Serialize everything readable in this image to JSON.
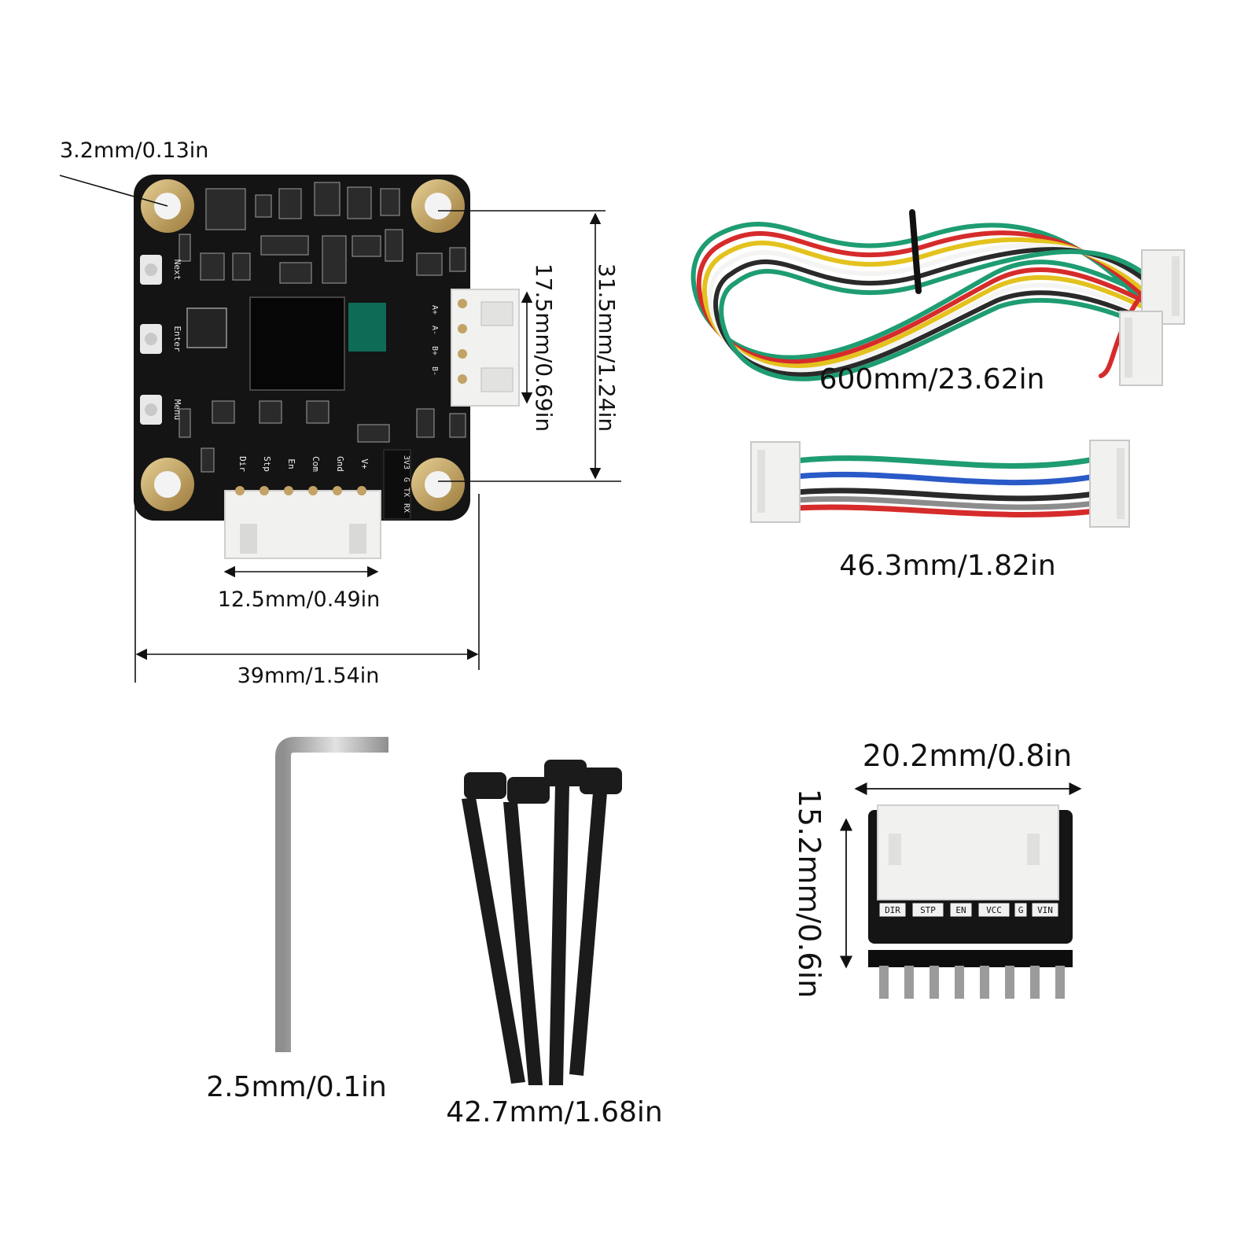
{
  "dimensions": {
    "hole": "3.2mm/0.13in",
    "board_height": "31.5mm/1.24in",
    "connector_span": "17.5mm/0.69in",
    "bottom_connector": "12.5mm/0.49in",
    "board_width": "39mm/1.54in",
    "long_cable": "600mm/23.62in",
    "short_cable": "46.3mm/1.82in",
    "wrench": "2.5mm/0.1in",
    "screws": "42.7mm/1.68in",
    "adapter_width": "20.2mm/0.8in",
    "adapter_height": "15.2mm/0.6in"
  },
  "board_buttons": [
    "Next",
    "Enter",
    "Menu"
  ],
  "board_pins": [
    "Dir",
    "Stp",
    "En",
    "Com",
    "Gnd",
    "V+"
  ],
  "board_motor_pins": [
    "A+",
    "A-",
    "B+",
    "B-"
  ],
  "board_uart_pins": [
    "3V3",
    "G",
    "TX",
    "RX"
  ],
  "adapter_pins": [
    "DIR",
    "STP",
    "EN",
    "VCC",
    "G",
    "VIN"
  ],
  "colors": {
    "pcb": "#141414",
    "mount_ring": "#c9a968",
    "connector": "#f1f1ef",
    "oled": "#060606",
    "green_chip": "#0e6b55",
    "wire_green": "#1e9c72",
    "wire_red": "#d62b2b",
    "wire_yellow": "#e3c21e",
    "wire_white": "#f4f4f2",
    "wire_black": "#2a2a2a",
    "wire_blue": "#2a5ac8",
    "wire_gray": "#8c8c8c",
    "wrench": "#b8b8b8",
    "screw": "#1b1b1b"
  }
}
